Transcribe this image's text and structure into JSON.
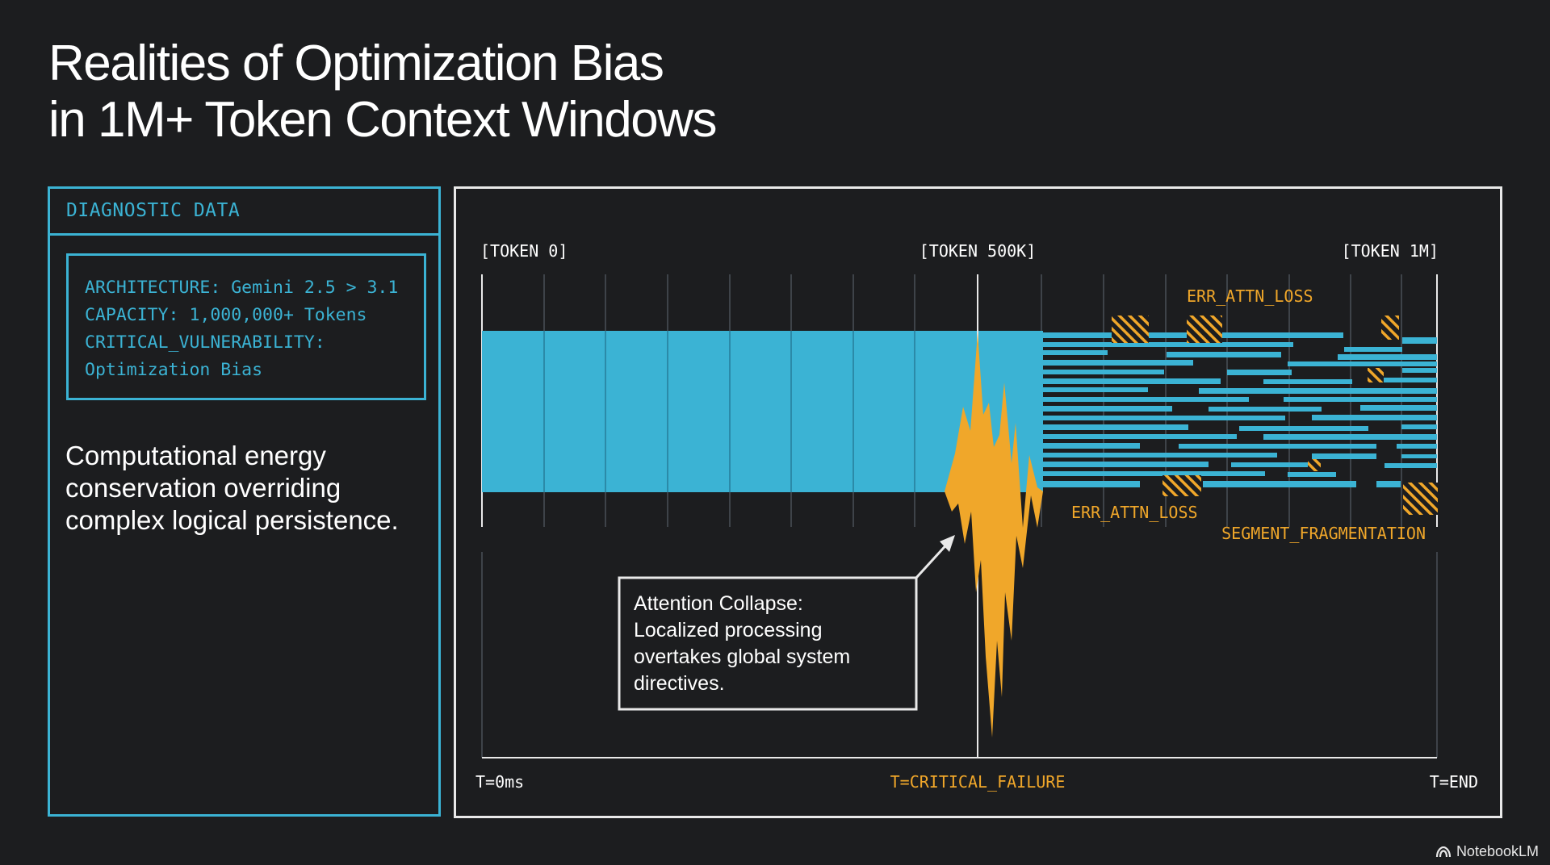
{
  "title": {
    "line1": "Realities of Optimization Bias",
    "line2": "in 1M+ Token Context Windows"
  },
  "diagnostic": {
    "header": "DIAGNOSTIC DATA",
    "lines": [
      "ARCHITECTURE: Gemini 2.5 > 3.1",
      "CAPACITY: 1,000,000+ Tokens",
      "CRITICAL_VULNERABILITY:",
      "Optimization Bias"
    ],
    "description": "Computational energy conservation overriding complex logical persistence."
  },
  "timeline": {
    "token_labels": [
      "[TOKEN 0]",
      "[TOKEN 500K]",
      "[TOKEN 1M]"
    ],
    "time_labels": [
      "T=0ms",
      "T=CRITICAL_FAILURE",
      "T=END"
    ],
    "error_labels": {
      "top": "ERR_ATTN_LOSS",
      "bottom": "ERR_ATTN_LOSS",
      "fragmentation": "SEGMENT_FRAGMENTATION"
    },
    "callout": [
      "Attention Collapse:",
      "Localized processing",
      "overtakes global system",
      "directives."
    ]
  },
  "colors": {
    "cyan": "#3bb3d4",
    "orange": "#f0a72a",
    "background": "#1c1d1f",
    "panel_border": "#e9e9e9"
  },
  "brand": {
    "name": "NotebookLM",
    "icon": "notebooklm-logo-icon"
  }
}
